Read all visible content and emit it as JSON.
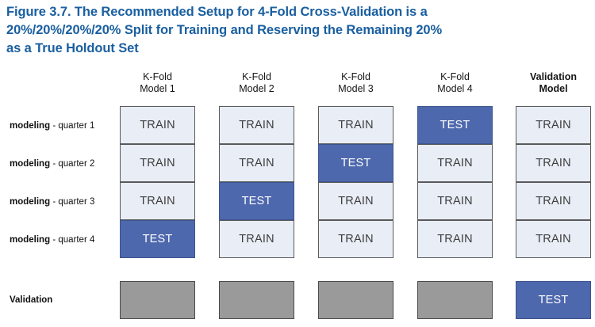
{
  "title": {
    "lines": [
      "Figure 3.7.   The Recommended Setup for 4-Fold Cross-Validation is a",
      "20%/20%/20%/20% Split for Training and Reserving the Remaining 20%",
      "as a True Holdout Set"
    ],
    "color": "#1a5fa0"
  },
  "colors": {
    "title_blue": "#1a5fa0",
    "test_fill": "#4e68ad",
    "test_text": "#ffffff",
    "train_fill": "#e8edf6",
    "train_text": "#3d3d3d",
    "blank_fill": "#9a9a9a",
    "border": "#4a4a4a"
  },
  "columns": [
    {
      "line1": "K-Fold",
      "line2": "Model 1",
      "bold": false
    },
    {
      "line1": "K-Fold",
      "line2": "Model 2",
      "bold": false
    },
    {
      "line1": "K-Fold",
      "line2": "Model 3",
      "bold": false
    },
    {
      "line1": "K-Fold",
      "line2": "Model 4",
      "bold": false
    },
    {
      "line1": "Validation",
      "line2": "Model",
      "bold": true
    }
  ],
  "rows": [
    {
      "lead": "modeling",
      "rest": " - quarter 1"
    },
    {
      "lead": "modeling",
      "rest": " - quarter 2"
    },
    {
      "lead": "modeling",
      "rest": " - quarter 3"
    },
    {
      "lead": "modeling",
      "rest": " - quarter 4"
    }
  ],
  "validation_row": {
    "lead": "Validation",
    "rest": ""
  },
  "labels": {
    "train": "TRAIN",
    "test": "TEST",
    "blank": ""
  },
  "grid": [
    [
      "TRAIN",
      "TRAIN",
      "TRAIN",
      "TEST",
      "TRAIN"
    ],
    [
      "TRAIN",
      "TRAIN",
      "TEST",
      "TRAIN",
      "TRAIN"
    ],
    [
      "TRAIN",
      "TEST",
      "TRAIN",
      "TRAIN",
      "TRAIN"
    ],
    [
      "TEST",
      "TRAIN",
      "TRAIN",
      "TRAIN",
      "TRAIN"
    ]
  ],
  "validation_cells": [
    "",
    "",
    "",
    "",
    "TEST"
  ]
}
